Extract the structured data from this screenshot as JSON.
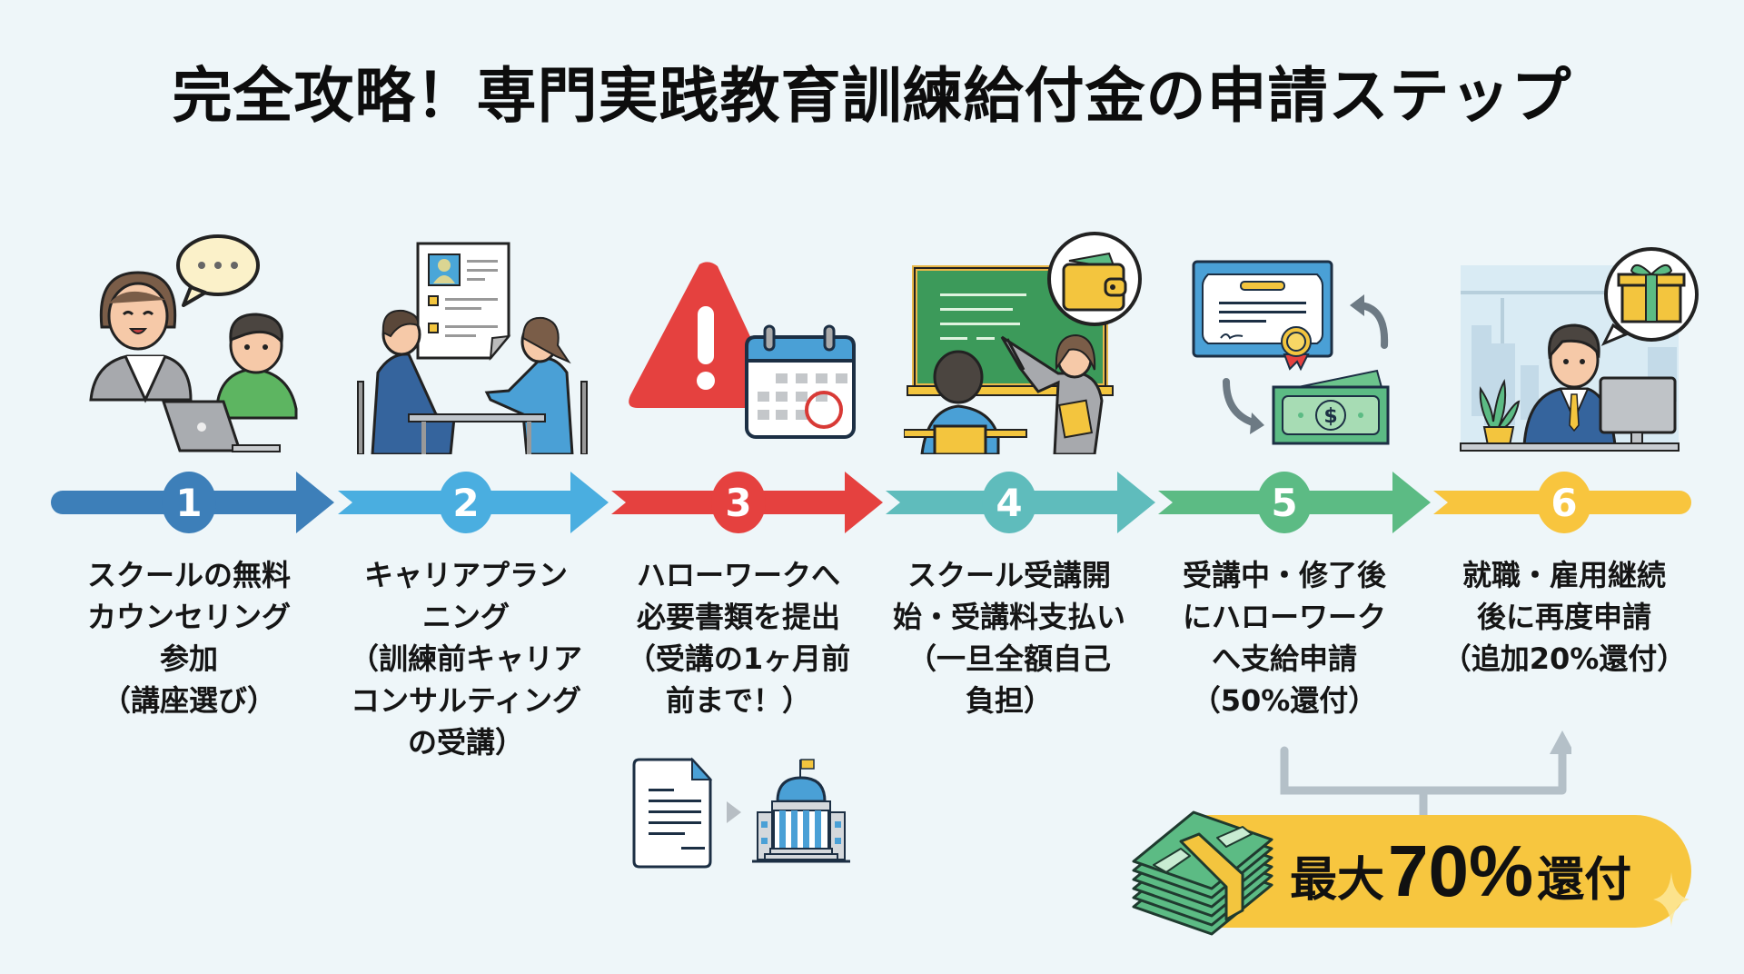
{
  "title": "完全攻略！専門実践教育訓練給付金の申請ステップ",
  "colors": {
    "background": "#eef6f9",
    "step1": "#3d7fb9",
    "step2": "#4aaee0",
    "step3": "#e5413f",
    "step4": "#5fbcbc",
    "step5": "#5cbb84",
    "step6": "#f8c53e",
    "highlight": "#f7c63f",
    "connector": "#b4c0c8"
  },
  "steps": [
    {
      "number": "1",
      "lines": [
        "スクールの無料",
        "カウンセリング",
        "参加",
        "（講座選び）"
      ],
      "illustration": "counselor-and-student-laptop-speech-bubble"
    },
    {
      "number": "2",
      "lines": [
        "キャリアプラン",
        "ニング",
        "（訓練前キャリア",
        "コンサルティング",
        "の受講）"
      ],
      "illustration": "consultation-meeting-resume-document"
    },
    {
      "number": "3",
      "lines": [
        "ハローワークへ",
        "必要書類を提出",
        "（受講の1ヶ月前",
        "前まで！）"
      ],
      "illustration": "warning-triangle-calendar"
    },
    {
      "number": "4",
      "lines": [
        "スクール受講開",
        "始・受講料支払い",
        "（一旦全額自己",
        "負担）"
      ],
      "illustration": "classroom-teacher-wallet"
    },
    {
      "number": "5",
      "lines": [
        "受講中・修了後",
        "にハローワーク",
        "へ支給申請",
        "（50%還付）"
      ],
      "illustration": "certificate-money-exchange"
    },
    {
      "number": "6",
      "lines": [
        "就職・雇用継続",
        "後に再度申請",
        "（追加20%還付）"
      ],
      "illustration": "office-worker-gift"
    }
  ],
  "submission_icons": [
    "document-icon",
    "arrow-right-icon",
    "government-building-icon"
  ],
  "summary": {
    "prefix": "最大",
    "value": "70%",
    "suffix": "還付",
    "refund_parts_percent": [
      50,
      20
    ],
    "total_percent": 70
  }
}
